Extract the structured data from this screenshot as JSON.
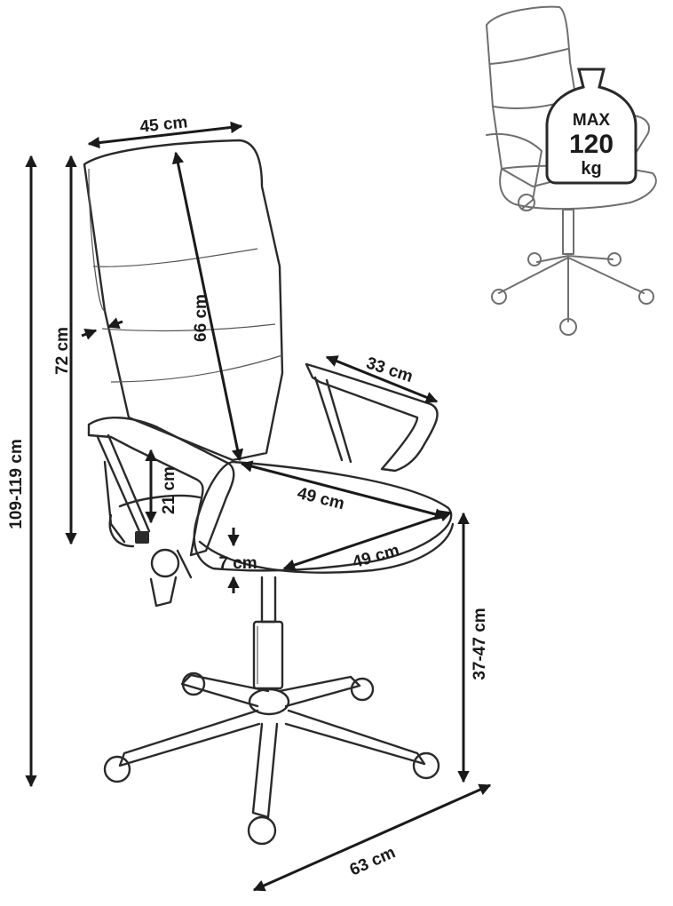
{
  "dimensions": {
    "backrest_width": "45 cm",
    "backrest_height": "66 cm",
    "back_height_from_seat": "72 cm",
    "total_height": "109-119 cm",
    "armrest_length": "33 cm",
    "armrest_height": "21 cm",
    "seat_width": "49 cm",
    "seat_depth": "49 cm",
    "seat_thickness": "7 cm",
    "seat_height": "37-47 cm",
    "base_diameter": "63 cm"
  },
  "load_badge": {
    "line1": "MAX",
    "line2": "120",
    "line3": "kg"
  },
  "colors": {
    "outline": "#2a2a2a",
    "dimension": "#1a1a1a",
    "mini_outline": "#6f6f6f",
    "background": "#ffffff"
  }
}
